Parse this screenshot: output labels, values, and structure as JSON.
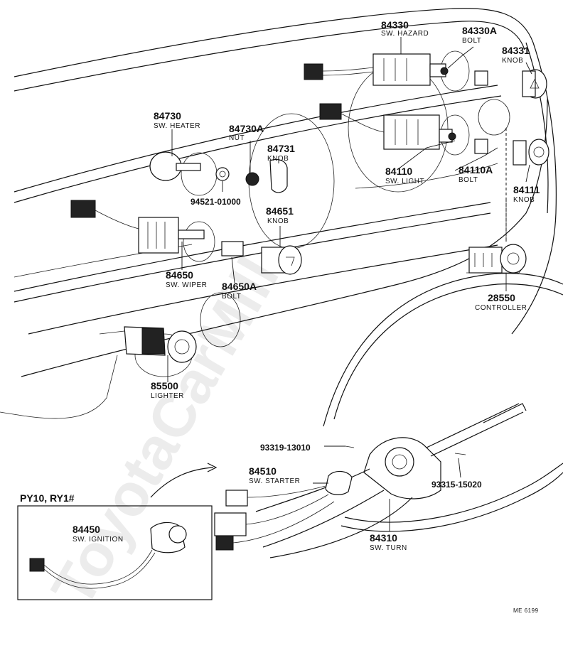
{
  "parts": {
    "p84330": {
      "number": "84330",
      "desc": "SW. HAZARD"
    },
    "p84330a": {
      "number": "84330A",
      "desc": "BOLT"
    },
    "p84331": {
      "number": "84331",
      "desc": "KNOB"
    },
    "p84730": {
      "number": "84730",
      "desc": "SW. HEATER"
    },
    "p84730a": {
      "number": "84730A",
      "desc": "NUT"
    },
    "p84731": {
      "number": "84731",
      "desc": "KNOB"
    },
    "p94521": {
      "number": "94521-01000"
    },
    "p84651": {
      "number": "84651",
      "desc": "KNOB"
    },
    "p84110": {
      "number": "84110",
      "desc": "SW. LIGHT"
    },
    "p84110a": {
      "number": "84110A",
      "desc": "BOLT"
    },
    "p84111": {
      "number": "84111",
      "desc": "KNOB"
    },
    "p84650": {
      "number": "84650",
      "desc": "SW. WIPER"
    },
    "p84650a": {
      "number": "84650A",
      "desc": "BOLT"
    },
    "p28550": {
      "number": "28550",
      "desc": "CONTROLLER"
    },
    "p85500": {
      "number": "85500",
      "desc": "LIGHTER"
    },
    "p93319": {
      "number": "93319-13010"
    },
    "p84510": {
      "number": "84510",
      "desc": "SW. STARTER"
    },
    "p93315": {
      "number": "93315-15020"
    },
    "p84310": {
      "number": "84310",
      "desc": "SW. TURN"
    },
    "p84450": {
      "number": "84450",
      "desc": "SW. IGNITION"
    }
  },
  "inset": {
    "title": "PY10, RY1#"
  },
  "drawing_code": "ME 6199",
  "watermark": "ToyotaCarMill"
}
